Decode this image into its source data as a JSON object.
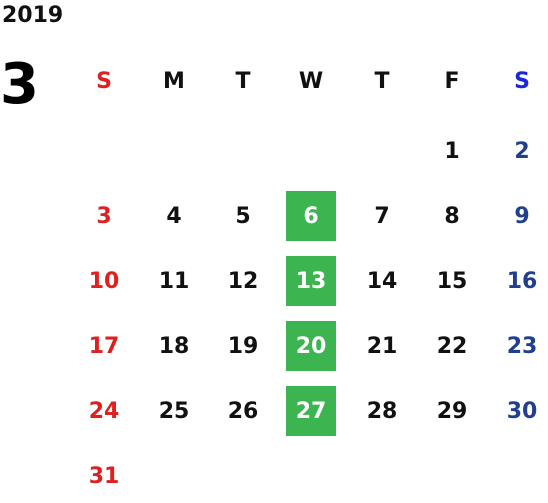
{
  "calendar": {
    "year": "2019",
    "month": "3",
    "weekdays": [
      "S",
      "M",
      "T",
      "W",
      "T",
      "F",
      "S"
    ],
    "weeks": [
      [
        "",
        "",
        "",
        "",
        "",
        "1",
        "2"
      ],
      [
        "3",
        "4",
        "5",
        "6",
        "7",
        "8",
        "9"
      ],
      [
        "10",
        "11",
        "12",
        "13",
        "14",
        "15",
        "16"
      ],
      [
        "17",
        "18",
        "19",
        "20",
        "21",
        "22",
        "23"
      ],
      [
        "24",
        "25",
        "26",
        "27",
        "28",
        "29",
        "30"
      ],
      [
        "31",
        "",
        "",
        "",
        "",
        "",
        ""
      ]
    ],
    "highlighted_days": [
      "6",
      "13",
      "20",
      "27"
    ]
  },
  "colors": {
    "sunday": "#e02020",
    "saturday_header": "#1a28d8",
    "saturday_dates": "#1f3f8f",
    "weekday": "#111111",
    "highlight_bg": "#3cb550",
    "highlight_text": "#ffffff"
  }
}
